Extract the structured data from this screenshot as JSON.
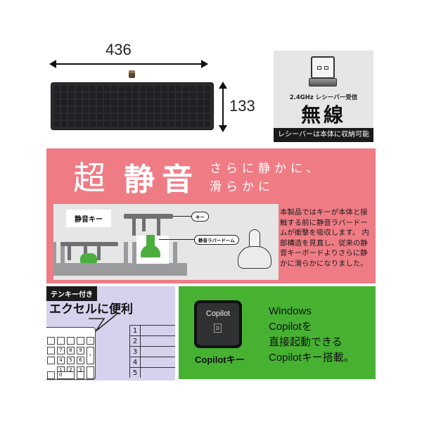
{
  "dimensions": {
    "width_label": "436",
    "height_label": "133"
  },
  "wireless": {
    "subtitle": "2.4GHz レシーバー受信",
    "title": "無線",
    "bar_text": "レシーバーは本体に収納可能",
    "icon": "usb-receiver-icon"
  },
  "silent": {
    "prefix": "超",
    "title": "静音",
    "tagline_line1": "さらに静かに、",
    "tagline_line2": "滑らかに",
    "diagram_label": "静音キー",
    "callout_key": "キー",
    "callout_dome": "静音ラバードーム",
    "body": "本製品ではキーが本体と接触する前に静音ラバードームが衝撃を吸収します。 内部構造を見直し、従来の静音キーボードよりさらに静かに滑らかになりました。",
    "colors": {
      "panel": "#ef7c85",
      "dome": "#4cae3d"
    }
  },
  "tenkey": {
    "badge": "テンキー付き",
    "title": "エクセルに便利",
    "numpad_keys": [
      "-",
      "7",
      "8",
      "9",
      "・",
      "4",
      "5",
      "6",
      "1",
      "2",
      "3",
      "0"
    ],
    "sheet_rows": [
      "1",
      "2",
      "3",
      "4",
      "5"
    ],
    "colors": {
      "panel": "#d6d1ec"
    }
  },
  "copilot": {
    "key_label": "Copilot",
    "caption": "Copilotキー",
    "text_lines": [
      "Windows",
      "Copilotを",
      "直接起動できる",
      "Copilotキー搭載。"
    ],
    "colors": {
      "panel": "#47b232"
    }
  }
}
